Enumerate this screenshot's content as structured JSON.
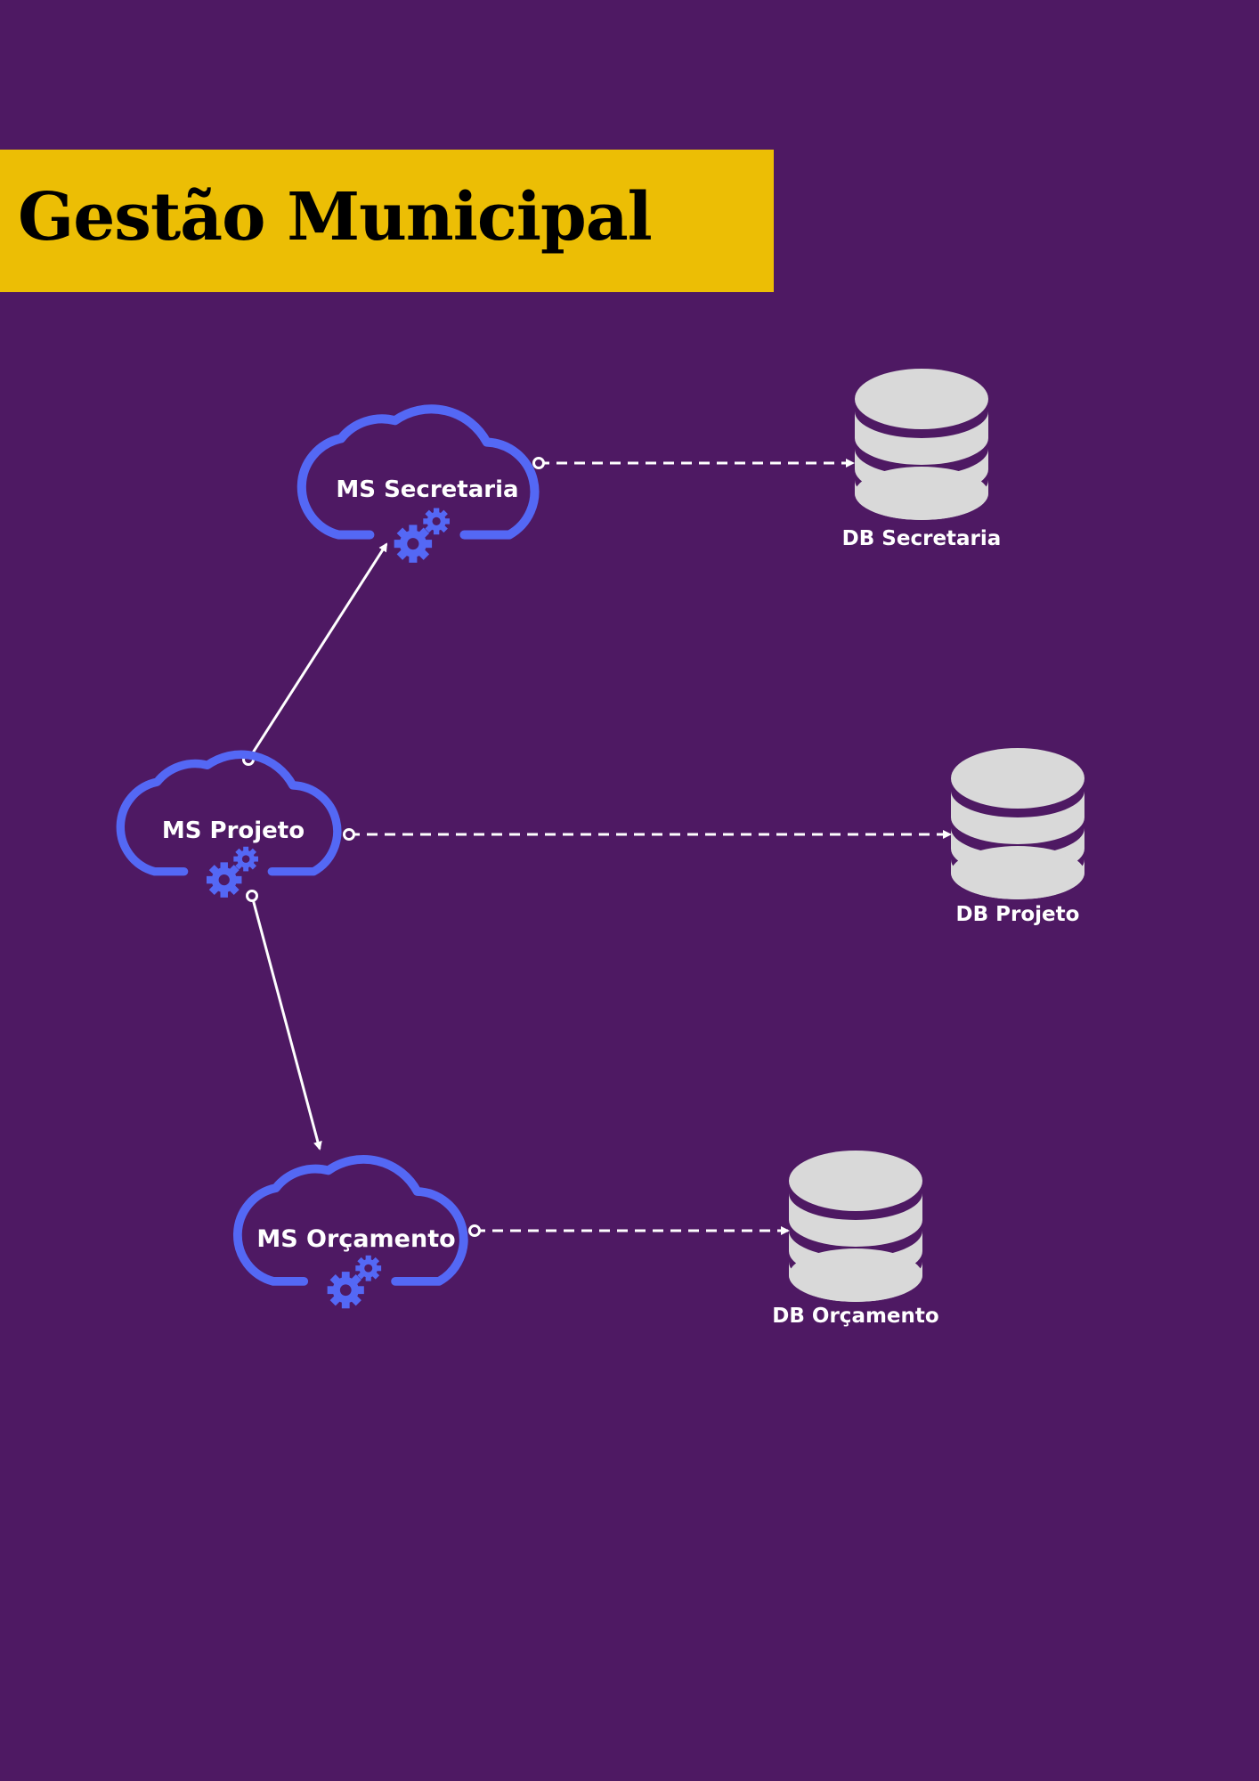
{
  "title": "Gestão Municipal",
  "colors": {
    "background": "#4e1963",
    "banner": "#ecbe05",
    "cloud": "#5468f5",
    "database": "#d9d9d9",
    "connector": "#ffffff"
  },
  "services": {
    "secretaria": {
      "label": "MS Secretaria",
      "icon": "cloud-gear-icon"
    },
    "projeto": {
      "label": "MS Projeto",
      "icon": "cloud-gear-icon"
    },
    "orcamento": {
      "label": "MS Orçamento",
      "icon": "cloud-gear-icon"
    }
  },
  "databases": {
    "secretaria": {
      "label": "DB Secretaria",
      "icon": "database-icon"
    },
    "projeto": {
      "label": "DB Projeto",
      "icon": "database-icon"
    },
    "orcamento": {
      "label": "DB Orçamento",
      "icon": "database-icon"
    }
  }
}
